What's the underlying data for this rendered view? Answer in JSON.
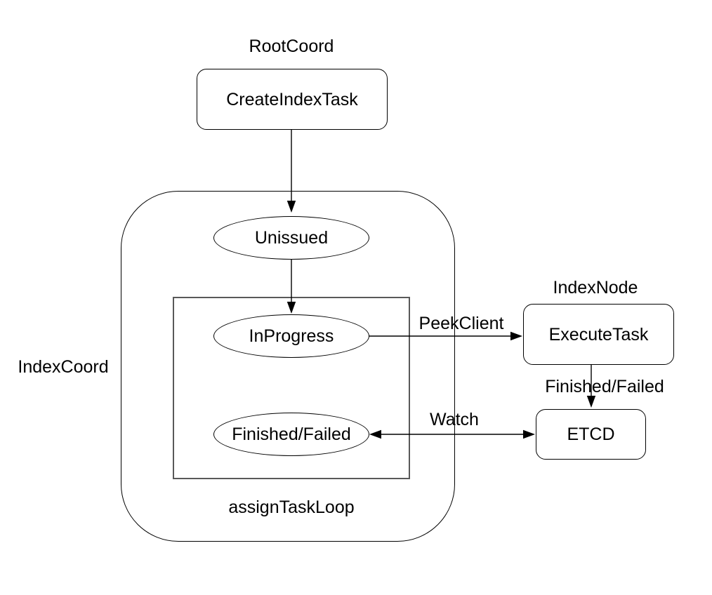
{
  "colors": {
    "background": "#ffffff",
    "stroke": "#000000",
    "inner_frame_stroke": "#595959",
    "text": "#000000"
  },
  "groups": {
    "root_coord": {
      "label": "RootCoord"
    },
    "index_coord": {
      "label": "IndexCoord"
    },
    "index_node": {
      "label": "IndexNode"
    },
    "assign_task_loop": {
      "label": "assignTaskLoop"
    }
  },
  "nodes": {
    "create_index_task": {
      "label": "CreateIndexTask",
      "shape": "rounded-rect"
    },
    "unissued": {
      "label": "Unissued",
      "shape": "ellipse"
    },
    "in_progress": {
      "label": "InProgress",
      "shape": "ellipse"
    },
    "finished_failed": {
      "label": "Finished/Failed",
      "shape": "ellipse"
    },
    "execute_task": {
      "label": "ExecuteTask",
      "shape": "rounded-rect"
    },
    "etcd": {
      "label": "ETCD",
      "shape": "rounded-rect"
    }
  },
  "edges": [
    {
      "from": "create_index_task",
      "to": "unissued",
      "label": "",
      "arrow": "end"
    },
    {
      "from": "unissued",
      "to": "in_progress",
      "label": "",
      "arrow": "end"
    },
    {
      "from": "in_progress",
      "to": "execute_task",
      "label": "PeekClient",
      "arrow": "end"
    },
    {
      "from": "execute_task",
      "to": "etcd",
      "label": "Finished/Failed",
      "arrow": "end"
    },
    {
      "from": "finished_failed",
      "to": "etcd",
      "label": "Watch",
      "arrow": "both"
    }
  ]
}
